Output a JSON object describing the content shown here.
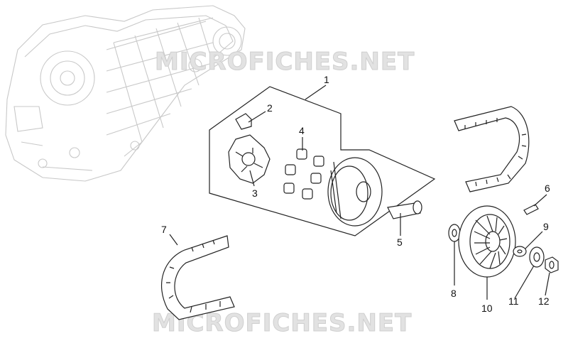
{
  "watermark": {
    "text": "MICROFICHES.NET"
  },
  "callouts": [
    "1",
    "2",
    "3",
    "4",
    "5",
    "6",
    "7",
    "8",
    "9",
    "10",
    "11",
    "12"
  ]
}
